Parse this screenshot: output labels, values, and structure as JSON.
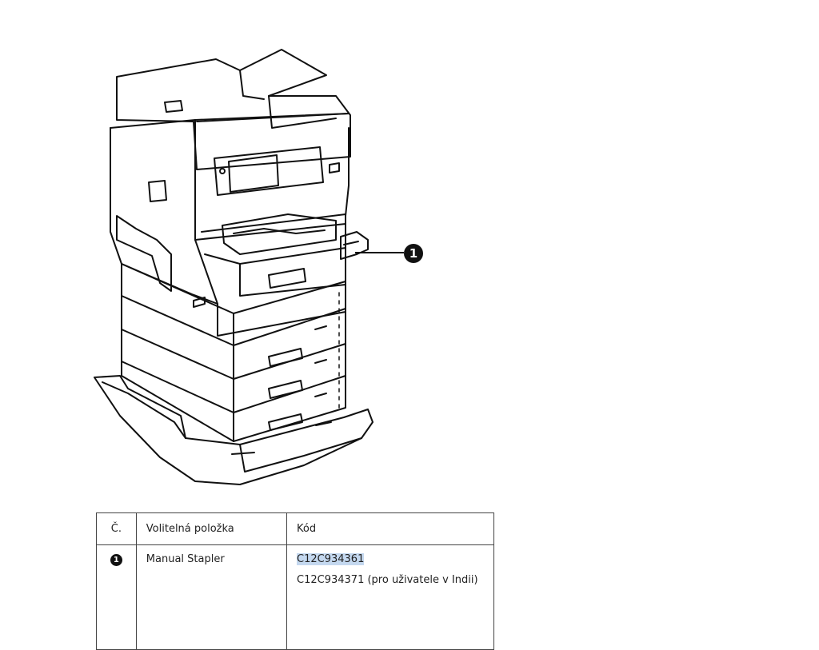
{
  "figure": {
    "callout_number": "1",
    "illustration": "printer-with-stapler-illustration"
  },
  "table": {
    "headers": {
      "number": "Č.",
      "item": "Volitelná položka",
      "code": "Kód"
    },
    "rows": [
      {
        "number": "1",
        "item": "Manual Stapler",
        "codes": [
          "C12C934361",
          "C12C934371 (pro uživatele v Indii)"
        ]
      }
    ]
  },
  "colors": {
    "line": "#111111",
    "selection_highlight": "#c4d8ef"
  }
}
